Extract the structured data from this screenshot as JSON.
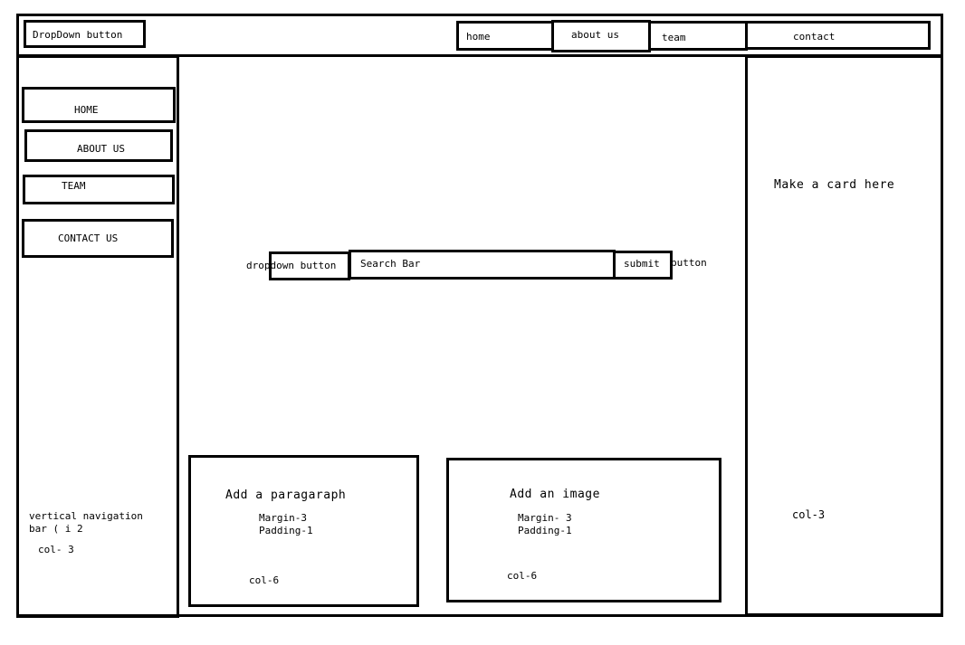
{
  "topbar": {
    "dropdown_label": "DropDown button",
    "nav": [
      "home",
      "about us",
      "team",
      "contact"
    ]
  },
  "sidebar": {
    "items": [
      "HOME",
      "ABOUT US",
      "TEAM",
      "CONTACT US"
    ],
    "note_line1": "vertical navigation",
    "note_line2": "bar ( i 2",
    "col": "col- 3"
  },
  "search": {
    "dropdown_label": "dropdown button",
    "bar_label": "Search Bar",
    "submit_label": "submit",
    "submit_suffix": "button"
  },
  "paragraph_box": {
    "title": "Add a paragaraph",
    "margin": "Margin-3",
    "padding": "Padding-1",
    "col": "col-6"
  },
  "image_box": {
    "title": "Add an image",
    "margin": "Margin- 3",
    "padding": "Padding-1",
    "col": "col-6"
  },
  "right_column": {
    "card_text": "Make a card here",
    "col": "col-3"
  }
}
